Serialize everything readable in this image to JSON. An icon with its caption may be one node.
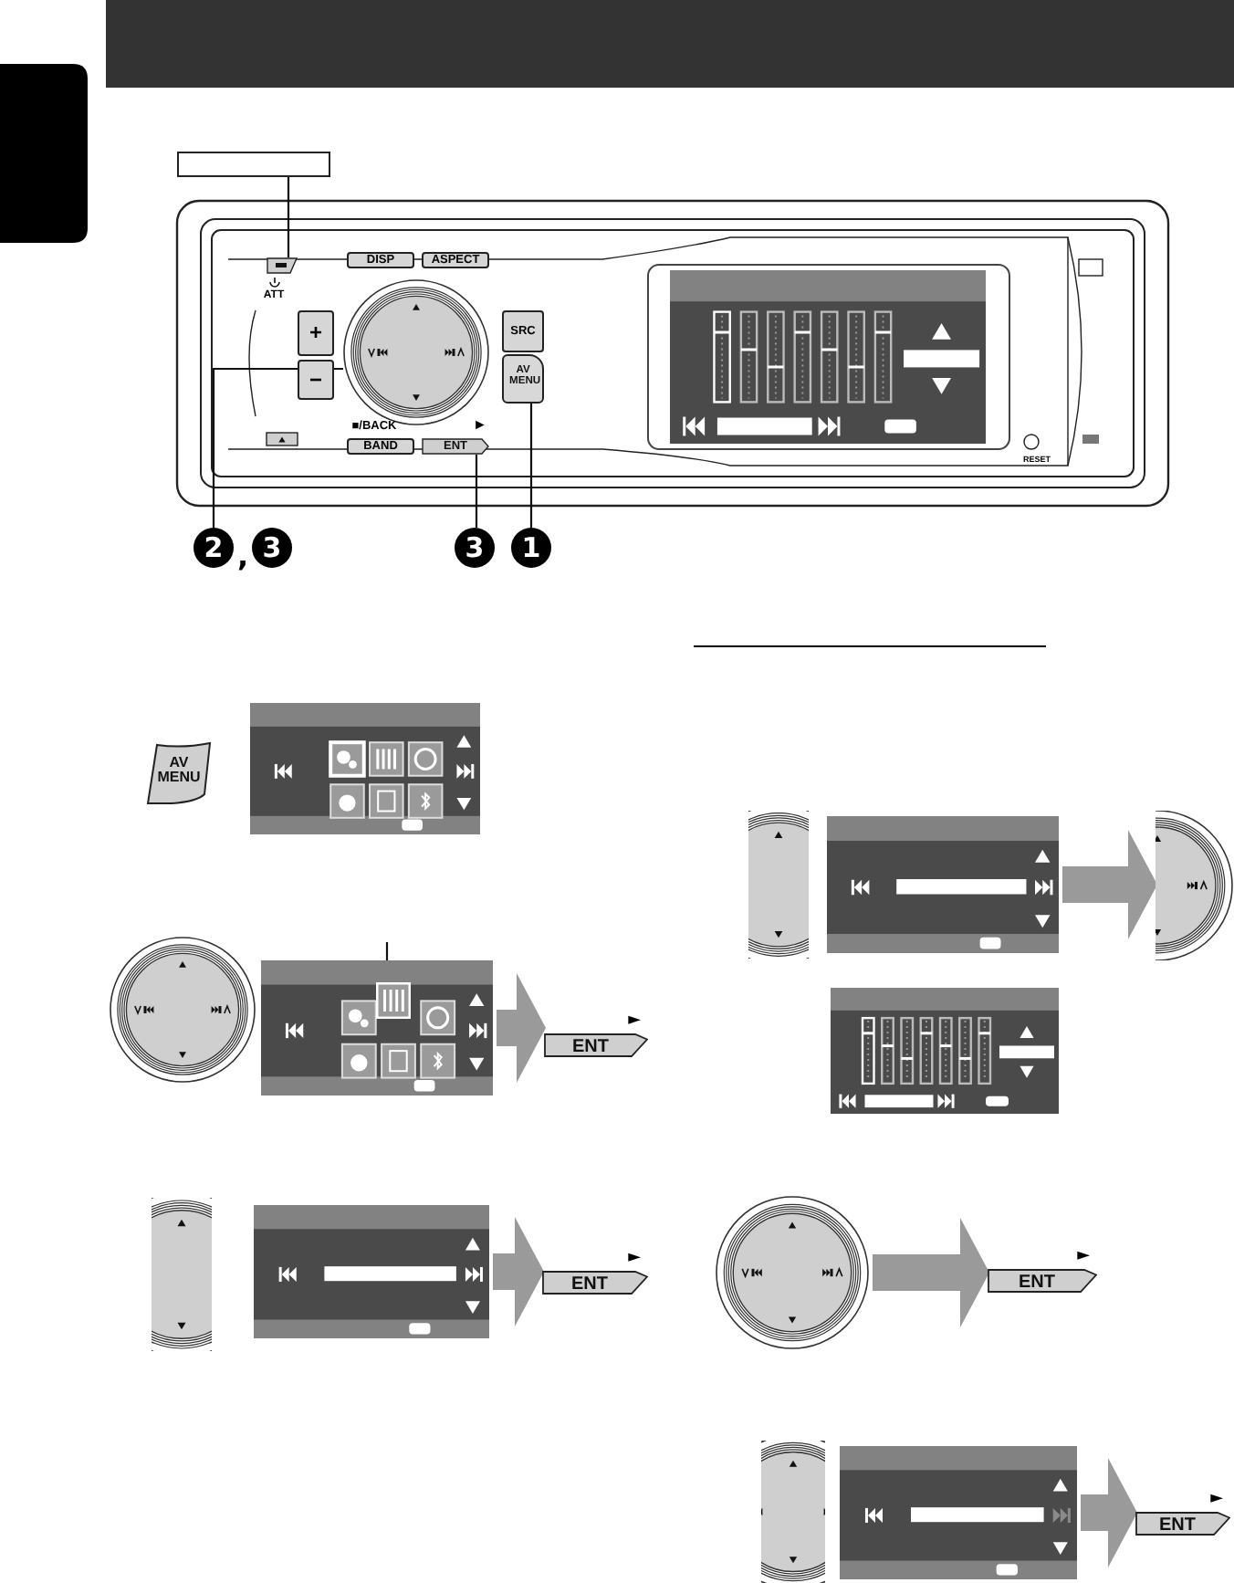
{
  "diagram": {
    "nodes": [
      {
        "text": [],
        "shape": "box"
      },
      {
        "text": [],
        "shape": "box"
      },
      {
        "text": [],
        "shape": "circle"
      },
      {
        "text": [
          "ENT"
        ]
      },
      {
        "text": [
          "AV MENU"
        ]
      },
      {
        "text": [
          "2"
        ],
        "beside": [
          ","
        ]
      },
      {
        "text": [
          "3"
        ]
      },
      {
        "text": [
          "1"
        ]
      },
      {
        "text": [
          "AV MENU"
        ]
      },
      {
        "text": [],
        "shape": "box"
      },
      {
        "text": [],
        "shape": "box",
        "in": 9
      },
      {
        "text": [
          "ENT"
        ],
        "beside": [
          "►"
        ]
      },
      {
        "text": [],
        "shape": "box"
      },
      {
        "text": [],
        "shape": "circle"
      },
      {
        "text": [],
        "shape": "box"
      },
      {
        "text": [
          "ENT"
        ],
        "beside": [
          "►"
        ]
      },
      {
        "text": [],
        "shape": "circle"
      },
      {
        "text": [
          "ENT"
        ],
        "beside": [
          "►"
        ]
      },
      {
        "text": [],
        "shape": "box"
      },
      {
        "text": [
          "ENT"
        ],
        "beside": [
          "►"
        ]
      },
      {
        "text": [],
        "shape": "box"
      },
      {
        "text": [],
        "shape": "circle"
      },
      {
        "text": [],
        "shape": "box"
      },
      {
        "text": [],
        "shape": "circle"
      },
      {
        "text": [],
        "shape": "circle"
      },
      {
        "text": [],
        "shape": "circle"
      },
      {
        "text": [
          "3"
        ]
      }
    ],
    "edges": [
      {
        "from": 0,
        "to": 1,
        "arrow": "none"
      },
      {
        "from": 5,
        "to": 2,
        "arrow": "none"
      },
      {
        "from": 6,
        "to": 3,
        "arrow": "none"
      },
      {
        "from": 7,
        "to": 4,
        "arrow": "none"
      },
      {
        "from": null,
        "to": 10,
        "arrow": "none"
      },
      {
        "from": 9,
        "to": 11,
        "arrow": "to",
        "style": "thick",
        "color": "#9a9a9a"
      },
      {
        "from": 12,
        "to": 13,
        "arrow": "to",
        "style": "thick",
        "color": "#9a9a9a"
      },
      {
        "from": 14,
        "to": 15,
        "arrow": "to",
        "style": "thick",
        "color": "#9a9a9a"
      },
      {
        "from": 16,
        "to": 17,
        "arrow": "to",
        "style": "thick",
        "color": "#9a9a9a"
      },
      {
        "from": 18,
        "to": 19,
        "arrow": "to",
        "style": "thick",
        "color": "#9a9a9a"
      }
    ],
    "labels": [
      "DISP",
      "ASPECT",
      "ATT",
      "+",
      "SRC",
      "−",
      "■/BACK",
      "►",
      "BAND",
      "RESET"
    ]
  }
}
